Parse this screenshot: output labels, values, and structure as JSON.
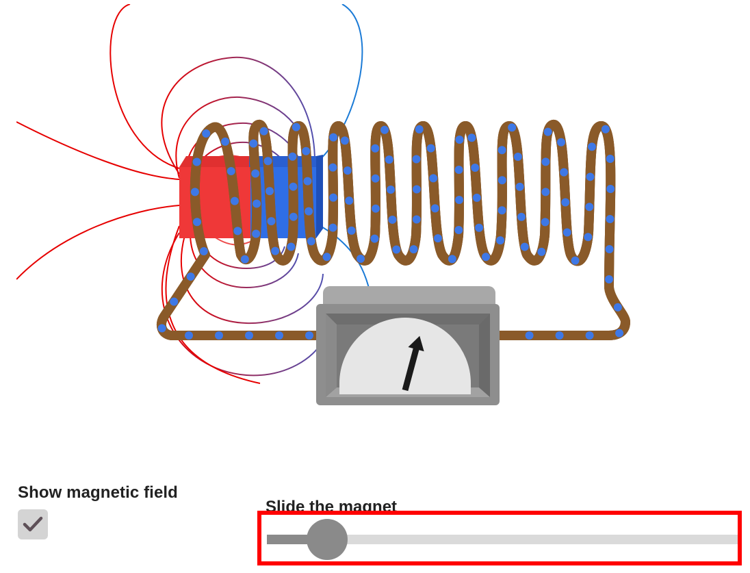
{
  "controls": {
    "show_field": {
      "label": "Show magnetic field",
      "checked": true
    },
    "slider": {
      "label": "Slide the magnet",
      "value": 0.09
    }
  },
  "meter": {
    "needle_angle_deg": 15
  },
  "colors": {
    "north_pole": "#ff3b3b",
    "south_pole": "#2f6ee6",
    "wire": "#b8763a",
    "electrons": "#3e78e6",
    "meter_body": "#9a9a9a",
    "field_red": "#e60000",
    "field_blue": "#1a7ad6",
    "highlight": "#ff0000"
  },
  "icons": {
    "checkbox": "checkmark-icon",
    "needle": "arrow-up-icon"
  }
}
